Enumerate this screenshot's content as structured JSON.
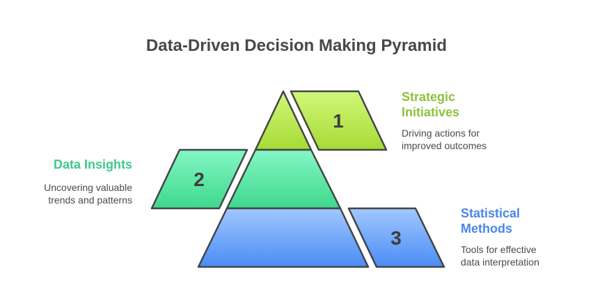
{
  "title": "Data-Driven Decision Making Pyramid",
  "colors": {
    "outline": "#444444",
    "level1_top": "#d2f77a",
    "level1_bottom": "#a6db35",
    "level2_top": "#84f7c4",
    "level2_bottom": "#3fd88e",
    "level3_top": "#a0c8ff",
    "level3_bottom": "#4a8cf5",
    "heading1": "#8dc23a",
    "heading2": "#3fc98a",
    "heading3": "#4a86e8",
    "body_text": "#4a4a4a"
  },
  "levels": [
    {
      "number": "1",
      "heading_line1": "Strategic",
      "heading_line2": "Initiatives",
      "description_line1": "Driving actions for",
      "description_line2": "improved outcomes"
    },
    {
      "number": "2",
      "heading_line1": "Data Insights",
      "heading_line2": "",
      "description_line1": "Uncovering valuable",
      "description_line2": "trends and patterns"
    },
    {
      "number": "3",
      "heading_line1": "Statistical",
      "heading_line2": "Methods",
      "description_line1": "Tools for effective",
      "description_line2": "data interpretation"
    }
  ]
}
